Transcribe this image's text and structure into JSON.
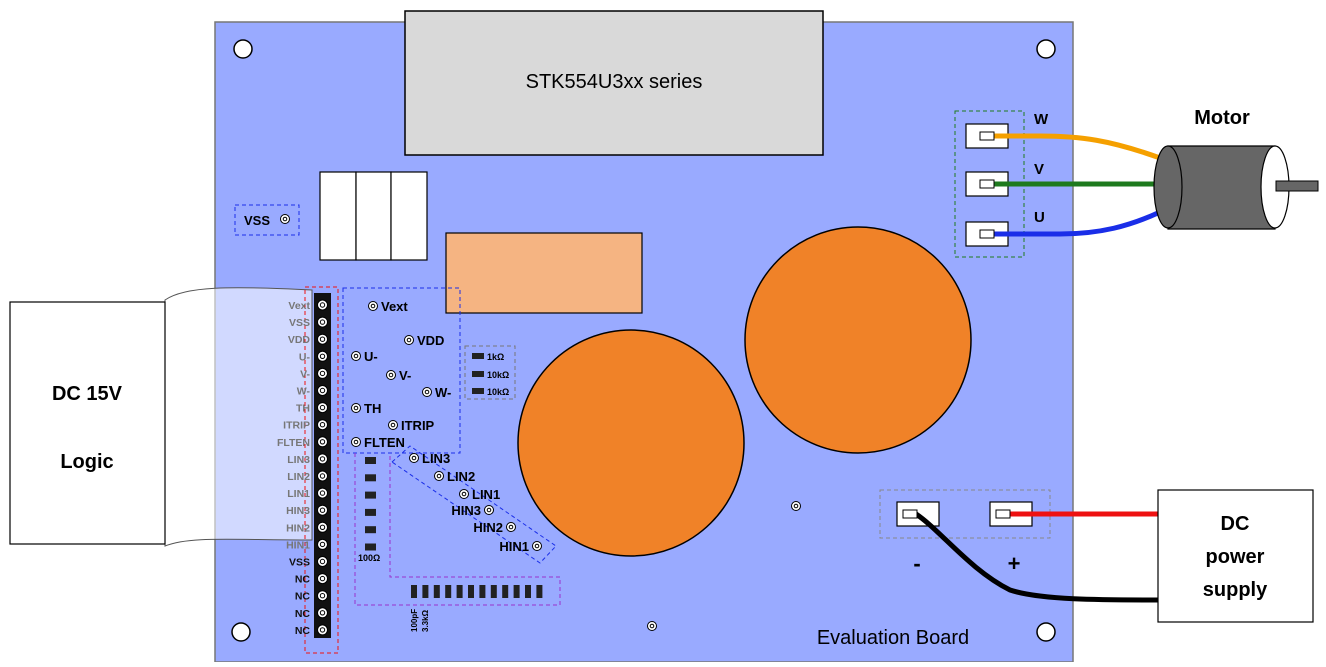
{
  "module_label": "STK554U3xx series",
  "board_label": "Evaluation Board",
  "vss_test_label": "VSS",
  "left_box": {
    "line1": "DC 15V",
    "line2": "Logic"
  },
  "power_box": {
    "line1": "DC",
    "line2": "power",
    "line3": "supply"
  },
  "motor_label": "Motor",
  "phase_labels": {
    "w": "W",
    "v": "V",
    "u": "U"
  },
  "power_polarity": {
    "minus": "-",
    "plus": "+"
  },
  "header_pins": [
    "Vext",
    "VSS",
    "VDD",
    "U-",
    "V-",
    "W-",
    "TH",
    "ITRIP",
    "FLTEN",
    "LIN3",
    "LIN2",
    "LIN1",
    "HIN3",
    "HIN2",
    "HIN1",
    "VSS",
    "NC",
    "NC",
    "NC",
    "NC"
  ],
  "test_points": {
    "vext": "Vext",
    "vdd": "VDD",
    "u": "U-",
    "v": "V-",
    "w": "W-",
    "th": "TH",
    "itrip": "ITRIP",
    "flten": "FLTEN",
    "lin3": "LIN3",
    "lin2": "LIN2",
    "lin1": "LIN1",
    "hin3": "HIN3",
    "hin2": "HIN2",
    "hin1": "HIN1"
  },
  "resistor_labels": {
    "r1": "1kΩ",
    "r2": "10kΩ",
    "r3": "10kΩ"
  },
  "resistor_col_label": "100Ω",
  "bottom_parts_labels": {
    "cap": "100pF",
    "res": "3.3kΩ"
  },
  "colors": {
    "board": "#99aaff",
    "capacitor": "#f08228",
    "pad": "#f5b482",
    "wire_w": "#f5a000",
    "wire_v": "#1e7a1e",
    "wire_u": "#1a2ee8",
    "wire_plus": "#ee1111",
    "wire_minus": "#000000",
    "motor": "#666666"
  }
}
